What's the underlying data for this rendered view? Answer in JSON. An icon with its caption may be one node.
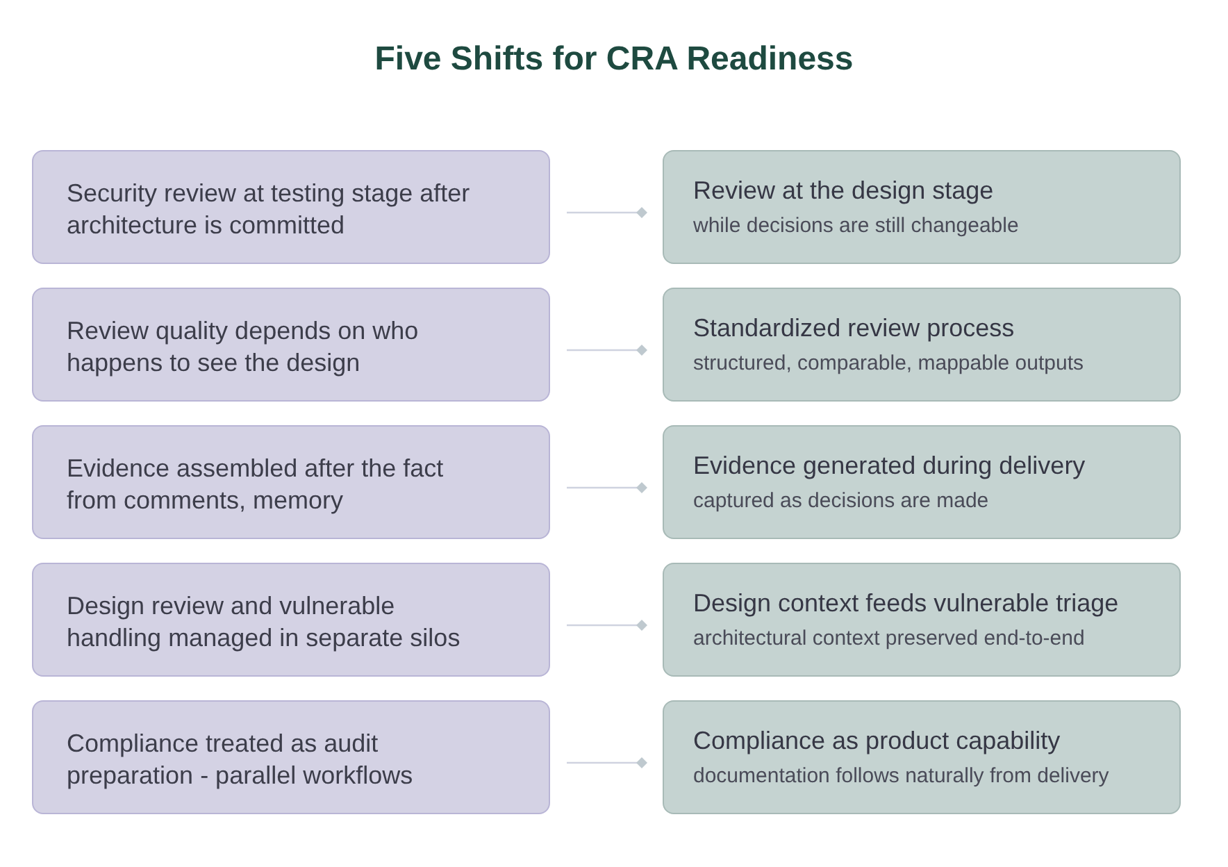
{
  "diagram": {
    "title": "Five Shifts for CRA Readiness",
    "nodes": [
      {
        "text": [
          "Security review at testing stage after architecture is committed"
        ]
      },
      {
        "text": [
          "Review at the design stage",
          "while decisions are still changeable"
        ]
      },
      {
        "text": [
          "Review quality depends on who happens to see the design"
        ]
      },
      {
        "text": [
          "Standardized review process",
          "structured, comparable, mappable outputs"
        ]
      },
      {
        "text": [
          "Evidence assembled after the fact from comments, memory"
        ]
      },
      {
        "text": [
          "Evidence generated during delivery",
          "captured as decisions are made"
        ]
      },
      {
        "text": [
          "Design review and vulnerable handling managed in separate silos"
        ]
      },
      {
        "text": [
          "Design context feeds vulnerable triage",
          "architectural context preserved end-to-end"
        ]
      },
      {
        "text": [
          "Compliance treated as audit preparation - parallel workflows"
        ]
      },
      {
        "text": [
          "Compliance as product capability",
          "documentation follows naturally from delivery"
        ]
      }
    ],
    "edges": [
      {
        "from": 0,
        "to": 1,
        "arrow": "other"
      },
      {
        "from": 2,
        "to": 3,
        "arrow": "other"
      },
      {
        "from": 4,
        "to": 5,
        "arrow": "other"
      },
      {
        "from": 6,
        "to": 7,
        "arrow": "other"
      },
      {
        "from": 8,
        "to": 9,
        "arrow": "other"
      }
    ]
  }
}
